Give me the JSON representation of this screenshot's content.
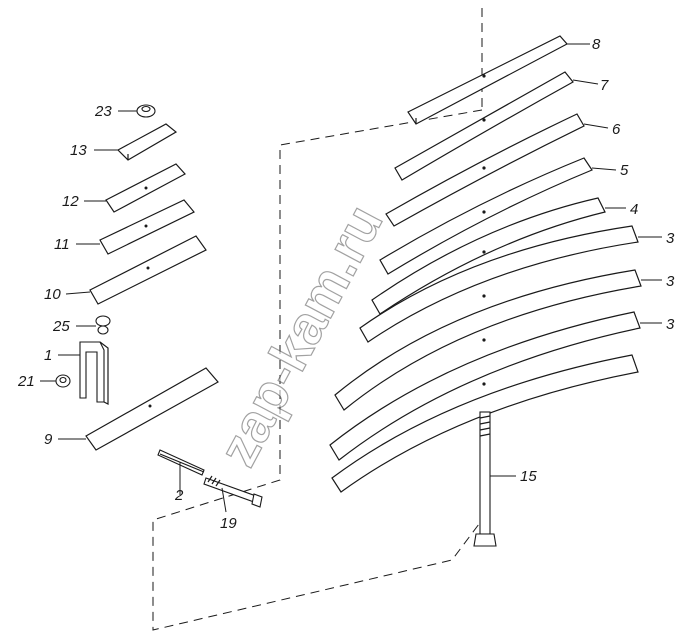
{
  "watermark": "zap-kam.ru",
  "callouts": {
    "c8": "8",
    "c7": "7",
    "c6": "6",
    "c5": "5",
    "c4": "4",
    "c3a": "3",
    "c3b": "3",
    "c3c": "3",
    "c15": "15",
    "c23": "23",
    "c13": "13",
    "c12": "12",
    "c11": "11",
    "c10": "10",
    "c25": "25",
    "c1": "1",
    "c21": "21",
    "c9": "9",
    "c2": "2",
    "c19": "19"
  }
}
